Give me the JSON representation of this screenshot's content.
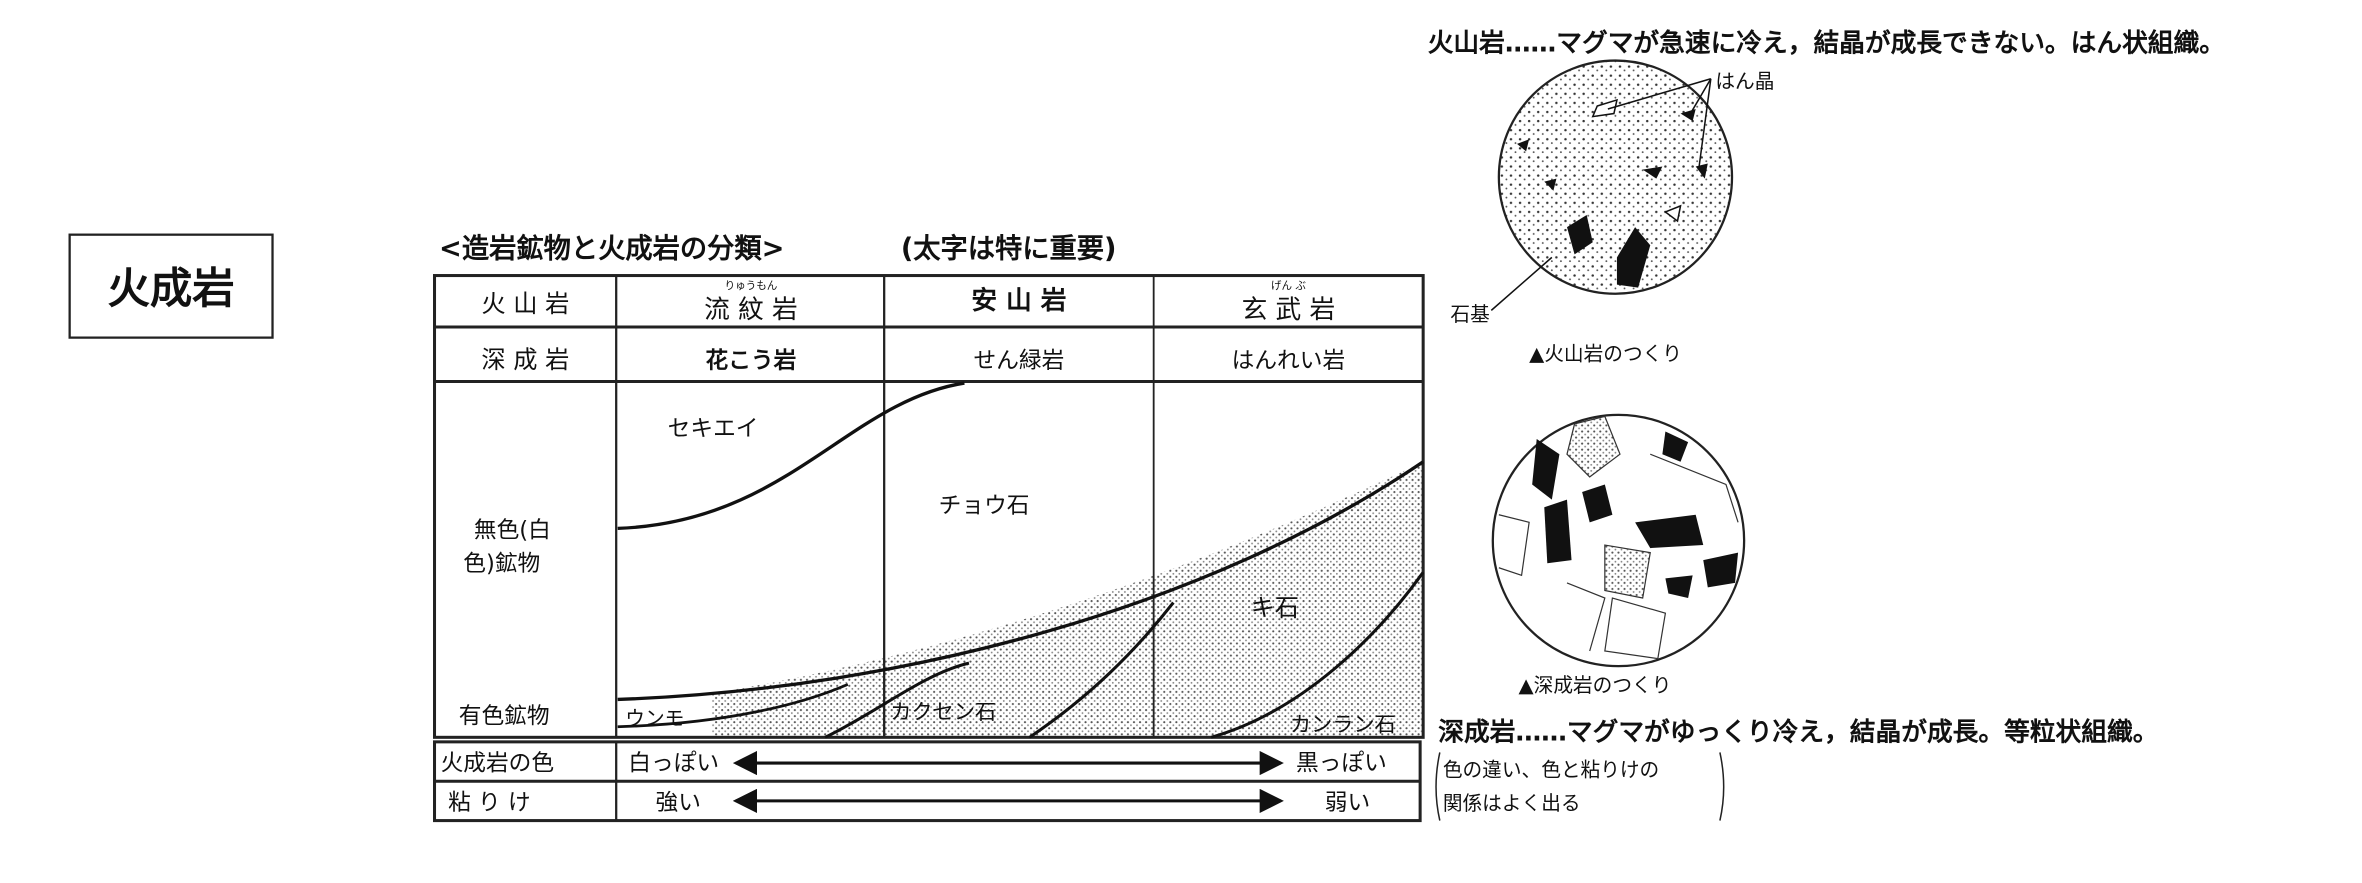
{
  "heading_box": "火成岩",
  "table_title": "<造岩鉱物と火成岩の分類>",
  "table_note": "(太字は特に重要)",
  "rows": {
    "volcanic_label": "火 山 岩",
    "plutonic_label": "深 成 岩",
    "volcanic": [
      "流 紋 岩",
      "安 山 岩",
      "玄 武 岩"
    ],
    "volcanic_ruby": [
      "りゅうもん",
      "",
      "げん ぶ"
    ],
    "plutonic": [
      "花こう岩",
      "せん緑岩",
      "はんれい岩"
    ]
  },
  "minerals": {
    "colorless_label_1": "無色(白",
    "colorless_label_2": "色)鉱物",
    "colored_label": "有色鉱物",
    "quartz": "セキエイ",
    "feldspar": "チョウ石",
    "pyroxene": "キ石",
    "mica": "ウンモ",
    "amphibole": "カクセン石",
    "olivine": "カンラン石"
  },
  "properties": {
    "color_label": "火成岩の色",
    "color_left": "白っぽい",
    "color_right": "黒っぽい",
    "viscosity_label": "粘 り け",
    "viscosity_left": "強い",
    "viscosity_right": "弱い"
  },
  "side_note": [
    "色の違い、色と粘りけの",
    "関係はよく出る"
  ],
  "volcanic_desc": "火山岩……マグマが急速に冷え，結晶が成長できない。はん状組織。",
  "plutonic_desc": "深成岩……マグマがゆっくり冷え，結晶が成長。等粒状組織。",
  "phenocryst_label": "はん晶",
  "groundmass_label": "石基",
  "volcanic_caption": "▲火山岩のつくり",
  "plutonic_caption": "▲深成岩のつくり"
}
